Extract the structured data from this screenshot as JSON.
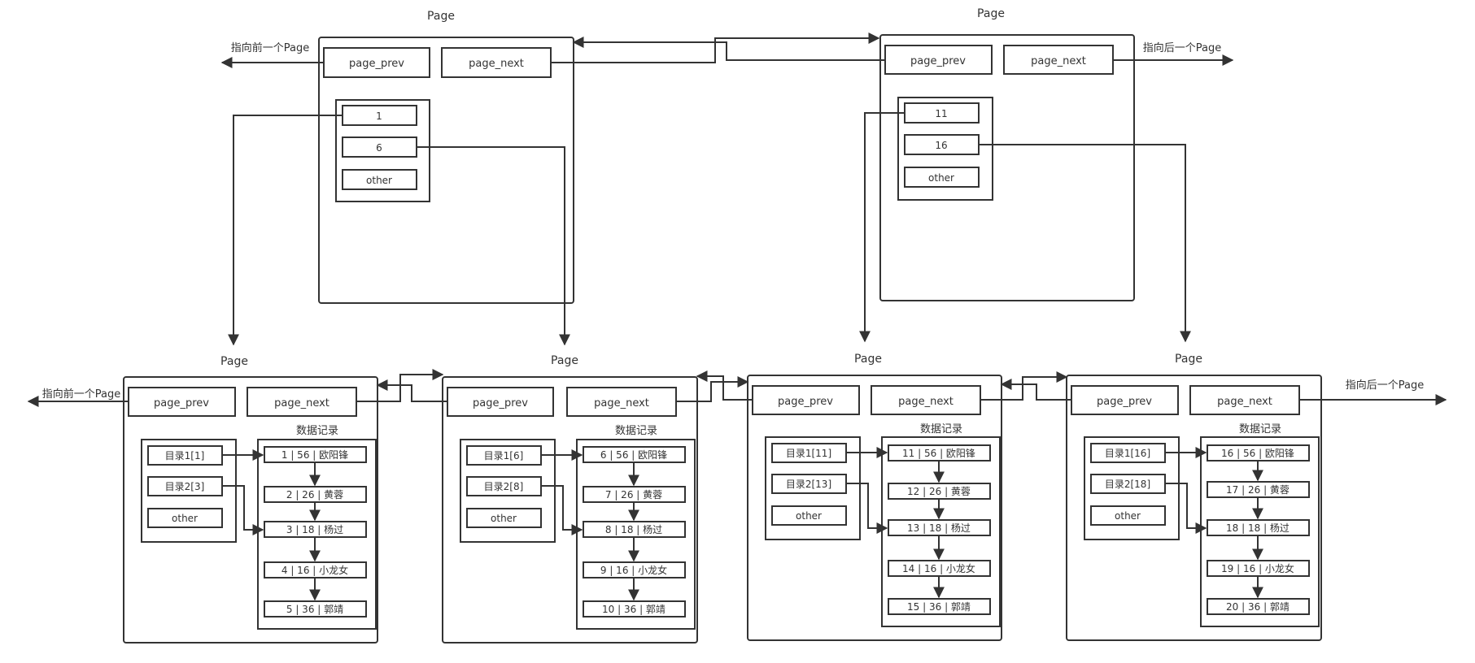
{
  "labels": {
    "page": "Page",
    "page_prev": "page_prev",
    "page_next": "page_next",
    "other": "other",
    "records_title": "数据记录",
    "to_prev_page": "指向前一个Page",
    "to_next_page": "指向后一个Page"
  },
  "top_pages": [
    {
      "keys": [
        "1",
        "6",
        "other"
      ]
    },
    {
      "keys": [
        "11",
        "16",
        "other"
      ]
    }
  ],
  "leaf_pages": [
    {
      "directory": [
        "目录1[1]",
        "目录2[3]",
        "other"
      ],
      "records": [
        "1 | 56 | 欧阳锋",
        "2 | 26 | 黄蓉",
        "3 | 18 | 杨过",
        "4 | 16 | 小龙女",
        "5 | 36 | 郭靖"
      ]
    },
    {
      "directory": [
        "目录1[6]",
        "目录2[8]",
        "other"
      ],
      "records": [
        "6 | 56 | 欧阳锋",
        "7 | 26 | 黄蓉",
        "8 | 18 | 杨过",
        "9 | 16 | 小龙女",
        "10 | 36 | 郭靖"
      ]
    },
    {
      "directory": [
        "目录1[11]",
        "目录2[13]",
        "other"
      ],
      "records": [
        "11 | 56 | 欧阳锋",
        "12 | 26 | 黄蓉",
        "13 | 18 | 杨过",
        "14 | 16 | 小龙女",
        "15 | 36 | 郭靖"
      ]
    },
    {
      "directory": [
        "目录1[16]",
        "目录2[18]",
        "other"
      ],
      "records": [
        "16 | 56 | 欧阳锋",
        "17 | 26 | 黄蓉",
        "18 | 18 | 杨过",
        "19 | 16 | 小龙女",
        "20 | 36 | 郭靖"
      ]
    }
  ]
}
